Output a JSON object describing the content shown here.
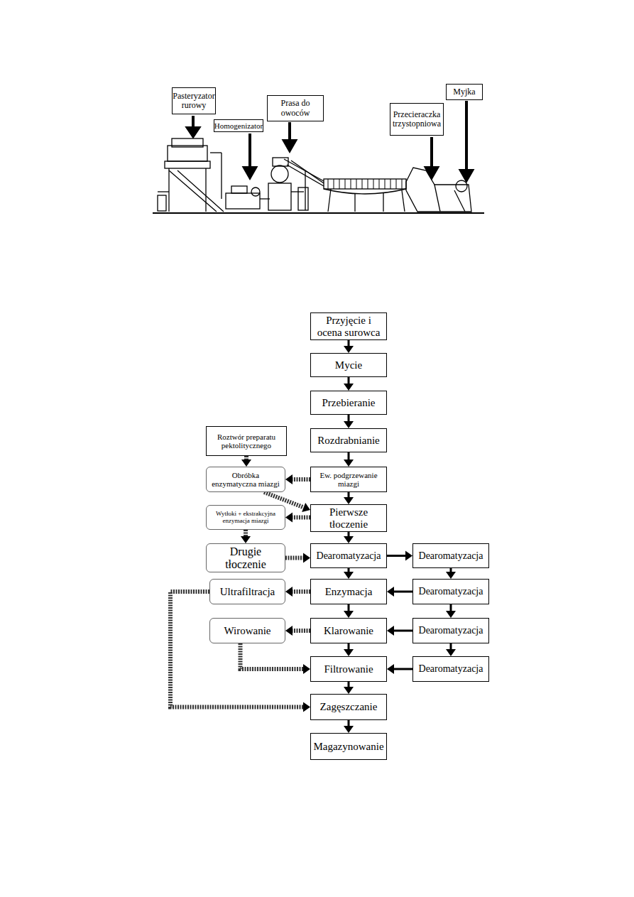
{
  "diagram": {
    "nodes": [
      {
        "text": [
          "Pasteryzator rurowy"
        ]
      },
      {
        "text": [
          "Homogenizator"
        ]
      },
      {
        "text": [
          "Prasa do owoców"
        ]
      },
      {
        "text": [
          "Przecieraczka trzystopniowa"
        ]
      },
      {
        "text": [
          "Myjka"
        ]
      },
      {
        "text": [
          "Przyjęcie i ocena surowca"
        ]
      },
      {
        "text": [
          "Mycie"
        ]
      },
      {
        "text": [
          "Przebieranie"
        ]
      },
      {
        "text": [
          "Rozdrabnianie"
        ]
      },
      {
        "text": [
          "Roztwór preparatu pektolitycznego"
        ]
      },
      {
        "text": [
          "Obróbka enzymatyczna miazgi"
        ]
      },
      {
        "text": [
          "Ew. podgrzewanie miazgi"
        ]
      },
      {
        "text": [
          "Wytłoki + ekstrakcyjna enzymacja miazgi"
        ]
      },
      {
        "text": [
          "Pierwsze tłoczenie"
        ]
      },
      {
        "text": [
          "Drugie tłoczenie"
        ]
      },
      {
        "text": [
          "Dearomatyzacja"
        ]
      },
      {
        "text": [
          "Dearomatyzacja"
        ]
      },
      {
        "text": [
          "Ultrafiltracja"
        ]
      },
      {
        "text": [
          "Enzymacja"
        ]
      },
      {
        "text": [
          "Dearomatyzacja"
        ]
      },
      {
        "text": [
          "Wirowanie"
        ]
      },
      {
        "text": [
          "Klarowanie"
        ]
      },
      {
        "text": [
          "Dearomatyzacja"
        ]
      },
      {
        "text": [
          "Filtrowanie"
        ]
      },
      {
        "text": [
          "Dearomatyzacja"
        ]
      },
      {
        "text": [
          "Zagęszczanie"
        ]
      },
      {
        "text": [
          "Magazynowanie"
        ]
      }
    ],
    "edges": [
      {
        "from": 5,
        "to": 6,
        "arrow": "to"
      },
      {
        "from": 6,
        "to": 7,
        "arrow": "to"
      },
      {
        "from": 7,
        "to": 8,
        "arrow": "to"
      },
      {
        "from": 8,
        "to": 11,
        "arrow": "to"
      },
      {
        "from": 9,
        "to": 10,
        "arrow": "to"
      },
      {
        "from": 11,
        "to": 10,
        "arrow": "to"
      },
      {
        "from": 11,
        "to": 13,
        "arrow": "to"
      },
      {
        "from": 10,
        "to": 13,
        "arrow": "to"
      },
      {
        "from": 13,
        "to": 12,
        "arrow": "to"
      },
      {
        "from": 12,
        "to": 14,
        "arrow": "to"
      },
      {
        "from": 14,
        "to": 15,
        "arrow": "to"
      },
      {
        "from": 13,
        "to": 15,
        "arrow": "to"
      },
      {
        "from": 15,
        "to": 16,
        "arrow": "to"
      },
      {
        "from": 15,
        "to": 18,
        "arrow": "to"
      },
      {
        "from": 16,
        "to": 19,
        "arrow": "to"
      },
      {
        "from": 19,
        "to": 18,
        "arrow": "to"
      },
      {
        "from": 19,
        "to": 22,
        "arrow": "to"
      },
      {
        "from": 18,
        "to": 17,
        "arrow": "to"
      },
      {
        "from": 18,
        "to": 21,
        "arrow": "to"
      },
      {
        "from": 22,
        "to": 21,
        "arrow": "to"
      },
      {
        "from": 22,
        "to": 24,
        "arrow": "to"
      },
      {
        "from": 21,
        "to": 20,
        "arrow": "to"
      },
      {
        "from": 21,
        "to": 23,
        "arrow": "to"
      },
      {
        "from": 24,
        "to": 23,
        "arrow": "to"
      },
      {
        "from": 20,
        "to": 23,
        "arrow": "to"
      },
      {
        "from": 17,
        "to": 25,
        "arrow": "to"
      },
      {
        "from": 23,
        "to": 25,
        "arrow": "to"
      },
      {
        "from": 25,
        "to": 26,
        "arrow": "to"
      }
    ]
  }
}
